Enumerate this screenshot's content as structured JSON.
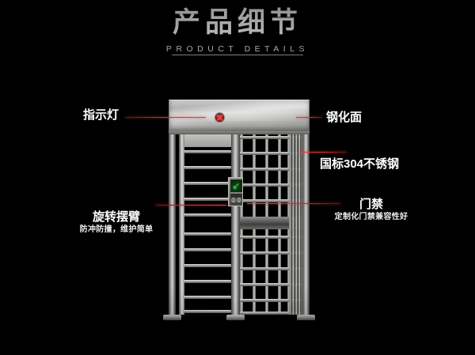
{
  "header": {
    "title_zh": "产品细节",
    "title_en": "PRODUCT DETAILS"
  },
  "callouts": [
    {
      "id": "indicator-light",
      "main": "指示灯",
      "sub": "",
      "side": "left"
    },
    {
      "id": "tempered-surface",
      "main": "钢化面",
      "sub": "",
      "side": "right"
    },
    {
      "id": "stainless-steel",
      "main": "国标304不锈钢",
      "sub": "",
      "side": "right"
    },
    {
      "id": "access-control",
      "main": "门禁",
      "sub": "定制化门禁兼容性好",
      "side": "right"
    },
    {
      "id": "rotating-arm",
      "main": "旋转摆臂",
      "sub": "防冲防撞，维护简单",
      "side": "left"
    }
  ],
  "product": {
    "indicator_glyph": "✕",
    "access_panel": {
      "pass_arrow": "↙",
      "reader_glyph": "◍◍"
    }
  },
  "colors": {
    "background": "#000000",
    "lead_line": "#d52b2b",
    "indicator_red": "#ff2b2b",
    "pass_green": "#28e04a",
    "steel_light": "#d9d9d7",
    "steel_dark": "#3a3a38",
    "title_text": "#ffffff",
    "subtitle_text": "#d8d8d8"
  }
}
